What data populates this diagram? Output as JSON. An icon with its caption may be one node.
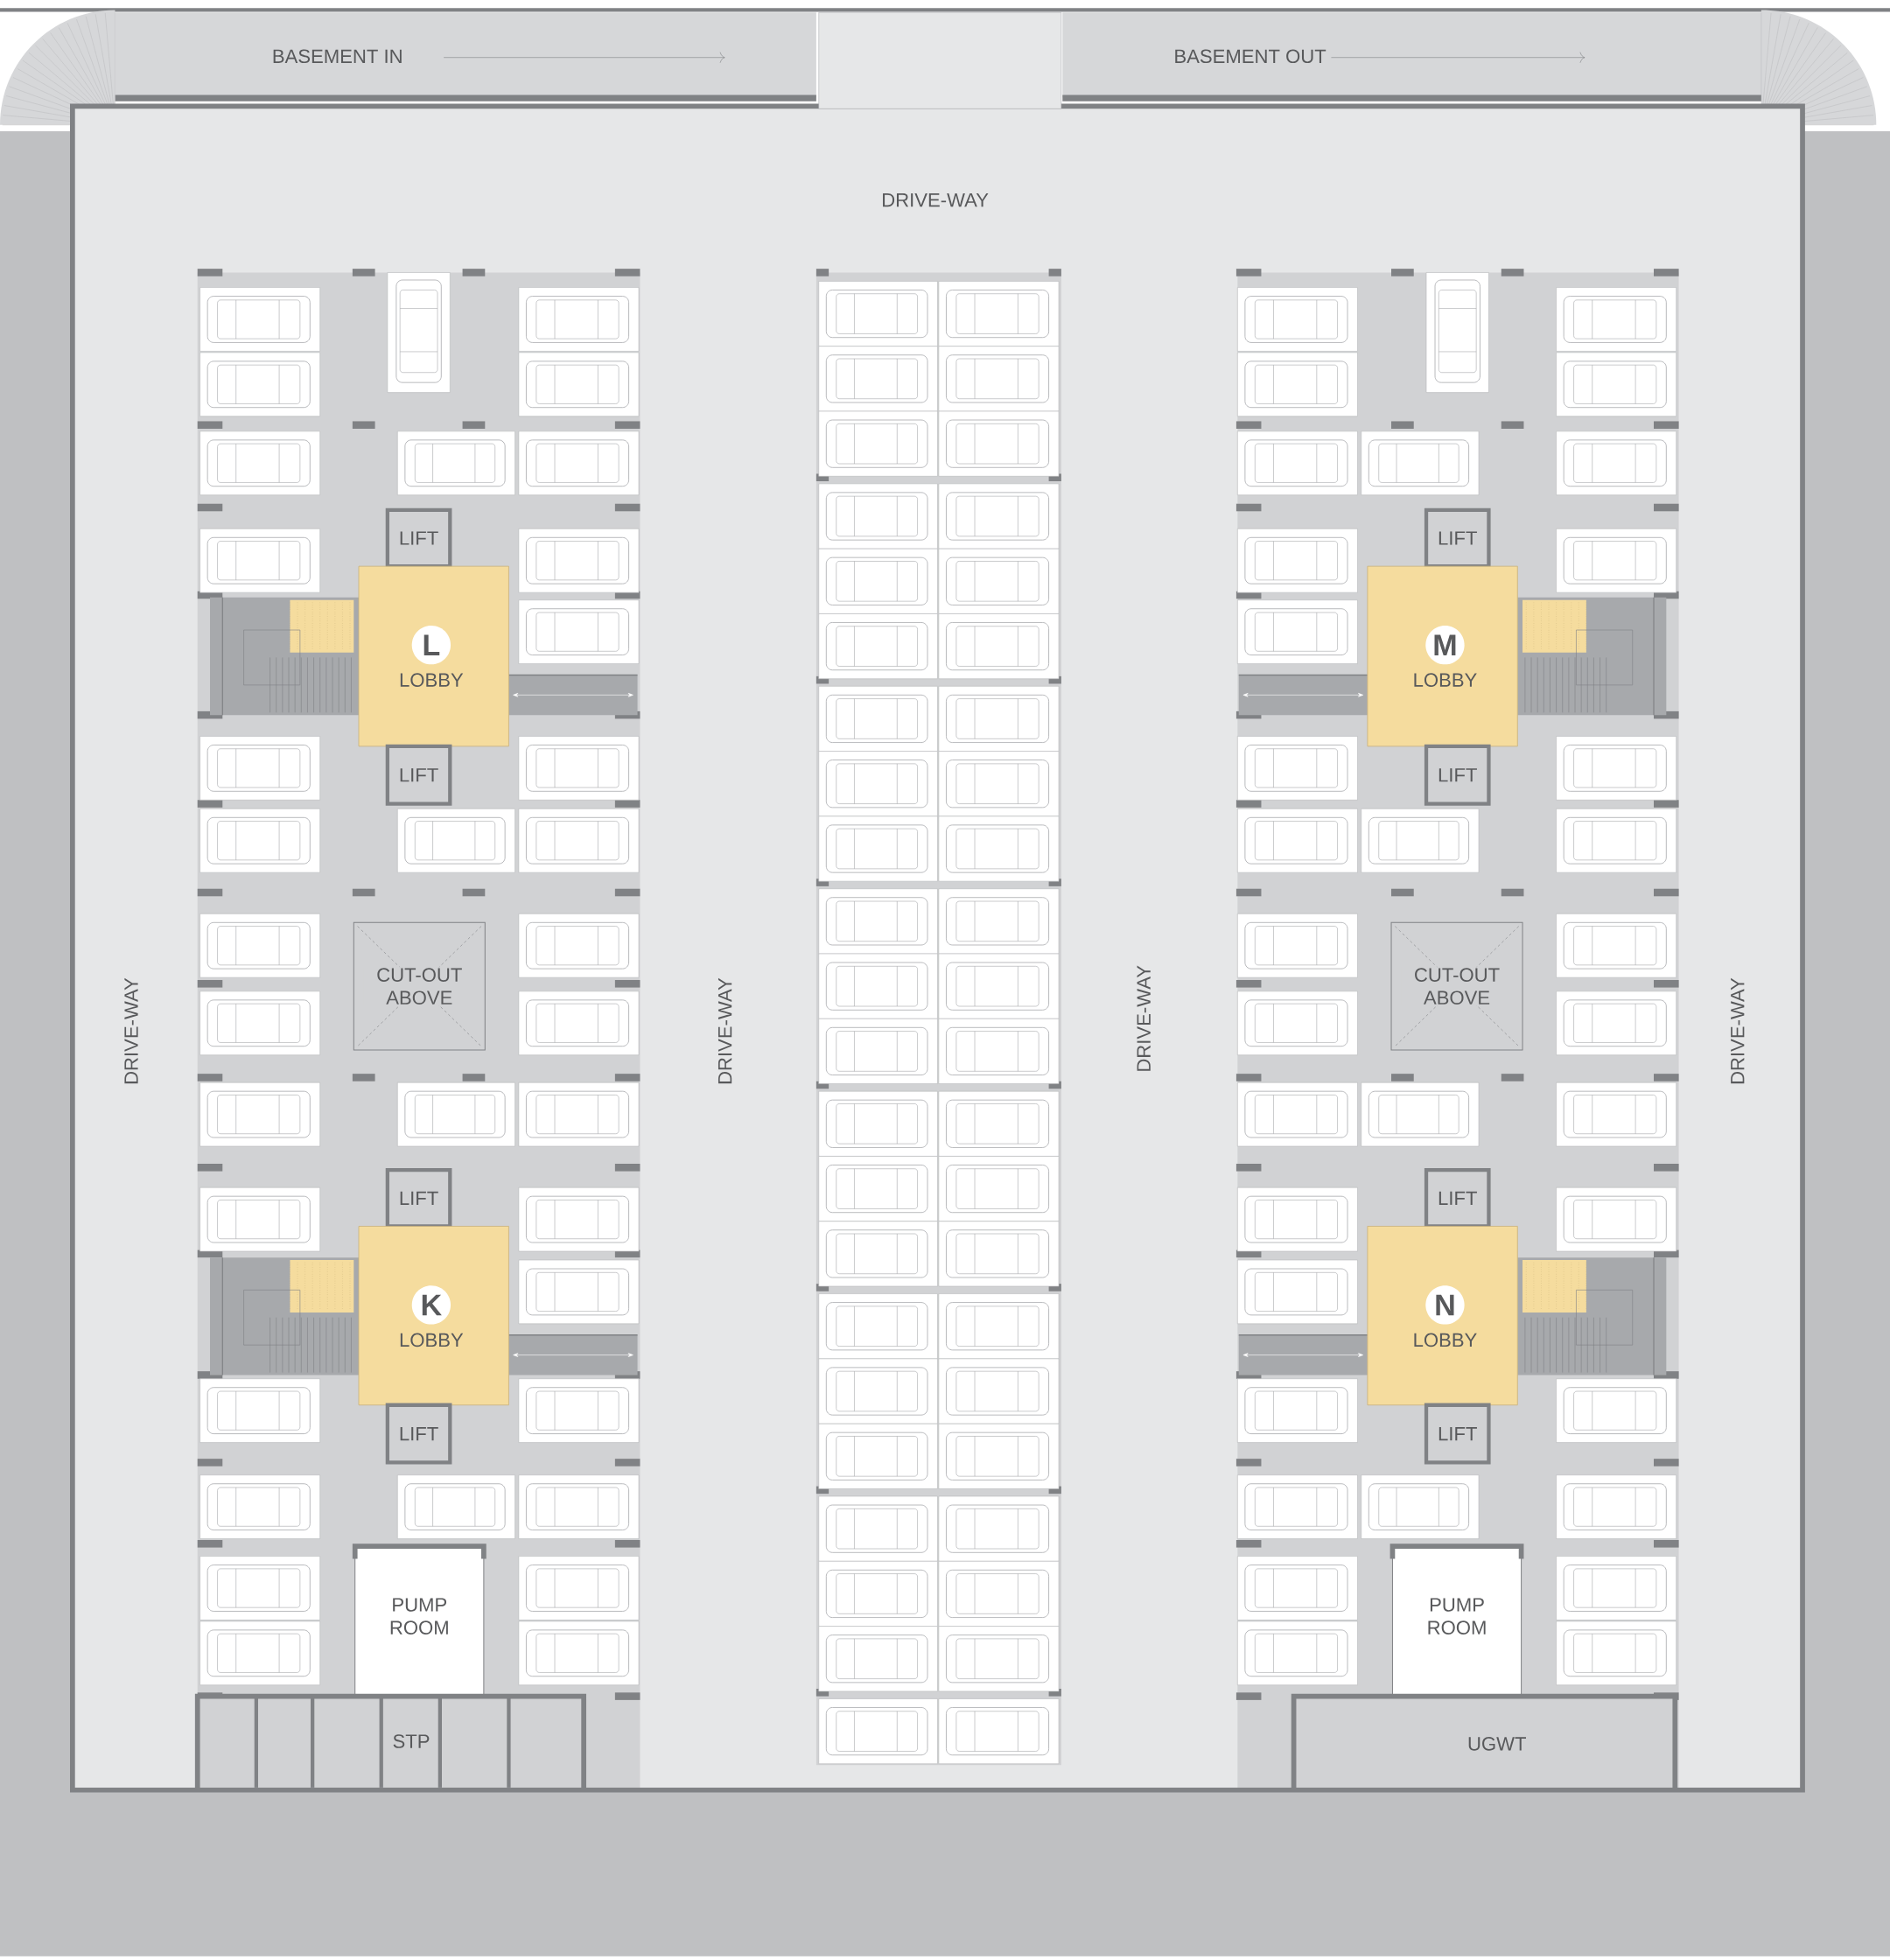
{
  "diagram": {
    "nodes": [
      {
        "text": [
          "LIFT"
        ]
      },
      {
        "text": [
          "LIFT"
        ]
      },
      {
        "text": [
          "L",
          "LOBBY"
        ]
      },
      {
        "text": [
          "M",
          "LOBBY"
        ]
      },
      {
        "text": [
          "LIFT"
        ]
      },
      {
        "text": [
          "LIFT"
        ]
      },
      {
        "text": [
          "CUT-OUT ABOVE"
        ]
      },
      {
        "text": [
          "CUT-OUT ABOVE"
        ]
      },
      {
        "text": [
          "LIFT"
        ]
      },
      {
        "text": [
          "LIFT"
        ]
      },
      {
        "text": [
          "K",
          "LOBBY"
        ]
      },
      {
        "text": [
          "N",
          "LOBBY"
        ]
      },
      {
        "text": [
          "LIFT"
        ]
      },
      {
        "text": [
          "LIFT"
        ]
      },
      {
        "text": [
          "PUMP ROOM"
        ]
      },
      {
        "text": [
          "PUMP ROOM"
        ]
      },
      {
        "text": [
          "STP"
        ]
      },
      {
        "text": [
          "UGWT"
        ]
      }
    ],
    "labels": [
      "BASEMENT IN",
      "BASEMENT OUT",
      "DRIVE-WAY",
      "DRIVE-WAY",
      "DRIVE-WAY",
      "DRIVE-WAY",
      "DRIVE-WAY"
    ]
  }
}
